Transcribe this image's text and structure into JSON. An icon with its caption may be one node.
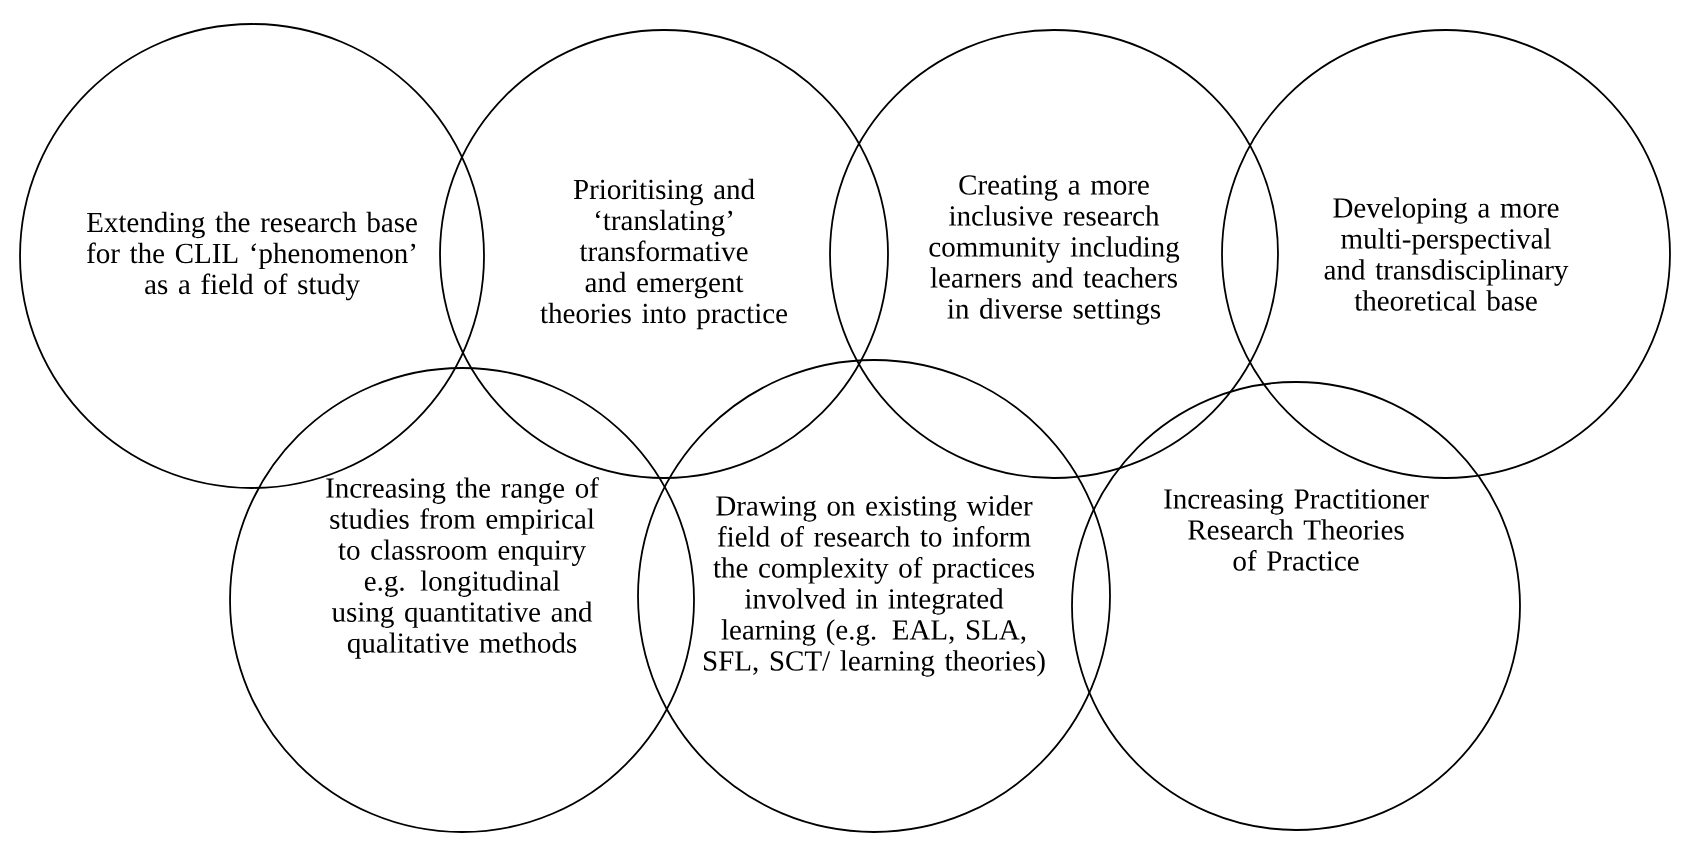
{
  "diagram": {
    "nodes": [
      {
        "text": [
          "Extending the research base for the CLIL ‘phenomenon’ as a field of study"
        ]
      },
      {
        "text": [
          "Prioritising and ‘translating’ transformative and emergent theories into practice"
        ]
      },
      {
        "text": [
          "Creating a more inclusive research community including learners and teachers in diverse settings"
        ]
      },
      {
        "text": [
          "Developing a more multi-perspectival and transdisciplinary theoretical base"
        ]
      },
      {
        "text": [
          "Increasing the range of studies from empirical to classroom enquiry e.g. longitudinal using quantitative and qualitative methods"
        ]
      },
      {
        "text": [
          "Drawing on existing wider field of research to inform the complexity of practices involved in integrated learning (e.g. EAL, SLA, SFL, SCT/ learning theories)"
        ]
      },
      {
        "text": [
          "Increasing Practitioner Research Theories of Practice"
        ]
      }
    ]
  }
}
